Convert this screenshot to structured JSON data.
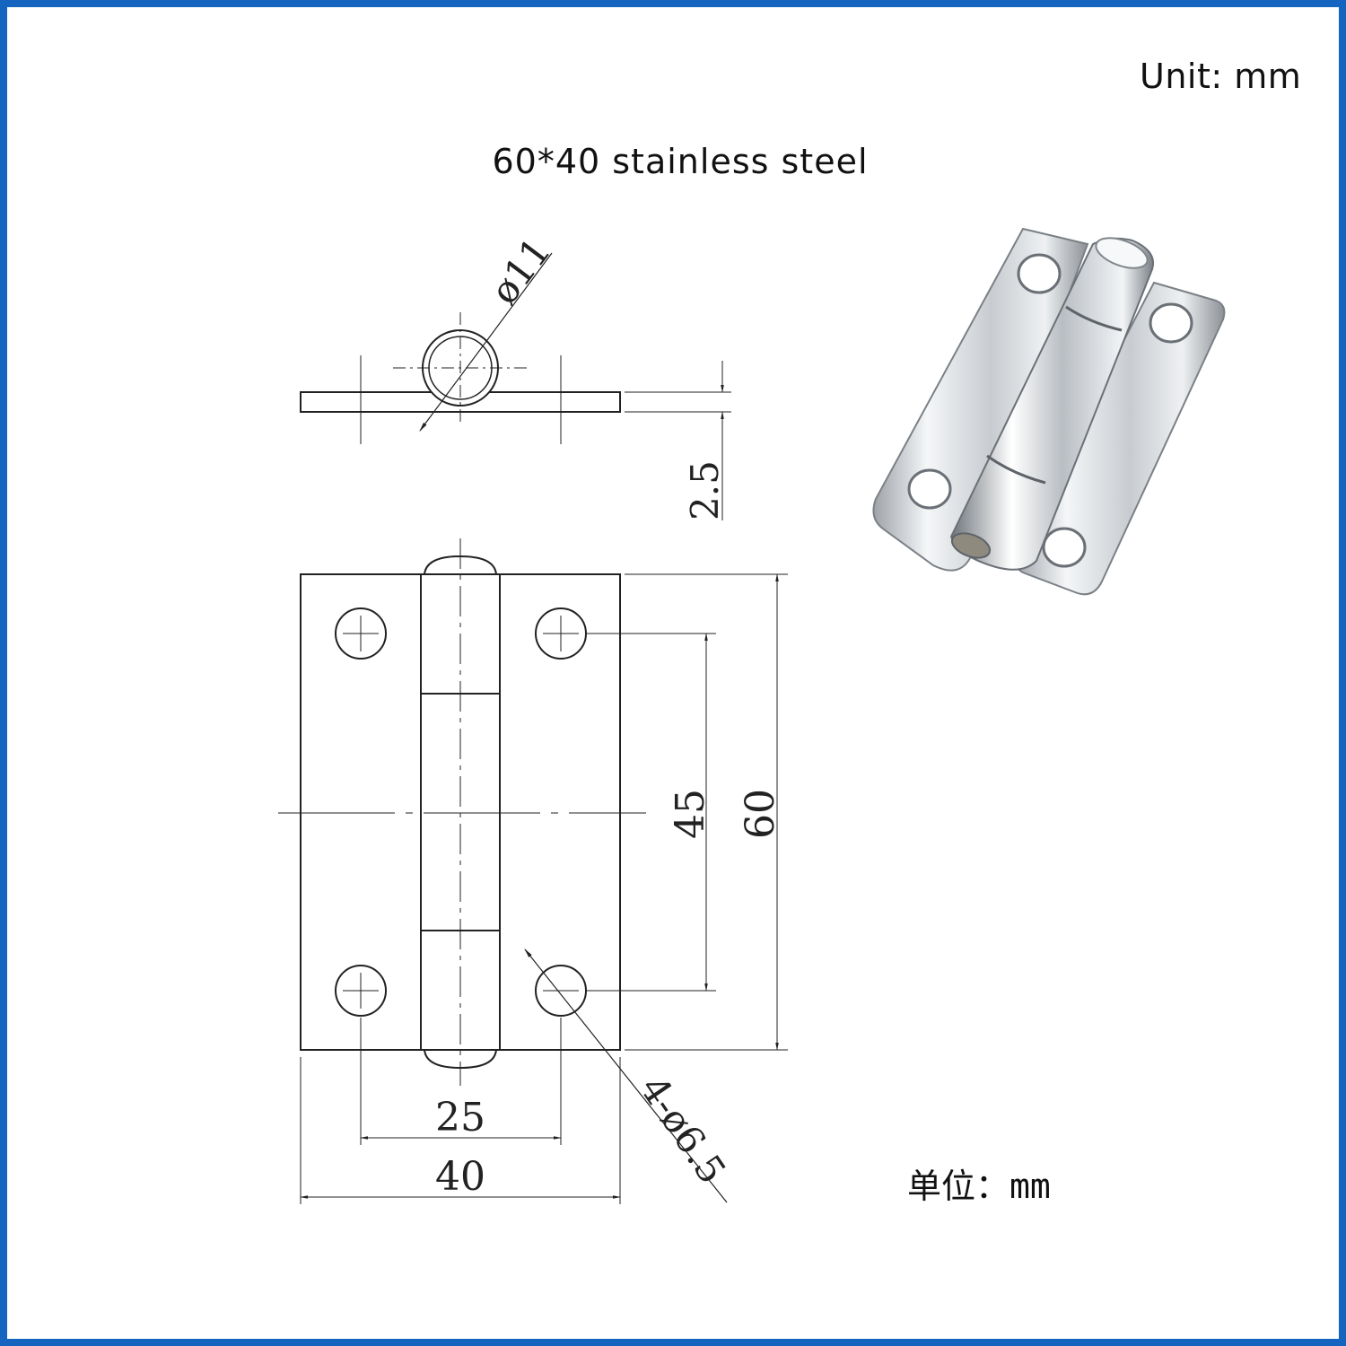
{
  "header": {
    "unit_label": "Unit: mm",
    "title": "60*40 stainless steel"
  },
  "drawing": {
    "dim_diameter_barrel": "ø11",
    "dim_thickness": "2.5",
    "dim_hole_spacing_vertical": "45",
    "dim_height": "60",
    "dim_hole_spacing_horizontal": "25",
    "dim_width": "40",
    "dim_holes": "4-ø6.5"
  },
  "footer": {
    "unit_label_cn": "单位：mm"
  },
  "colors": {
    "frame": "#1565c0",
    "line": "#222222"
  },
  "icons": {
    "product_photo": "stainless-steel-hinge-photo"
  }
}
